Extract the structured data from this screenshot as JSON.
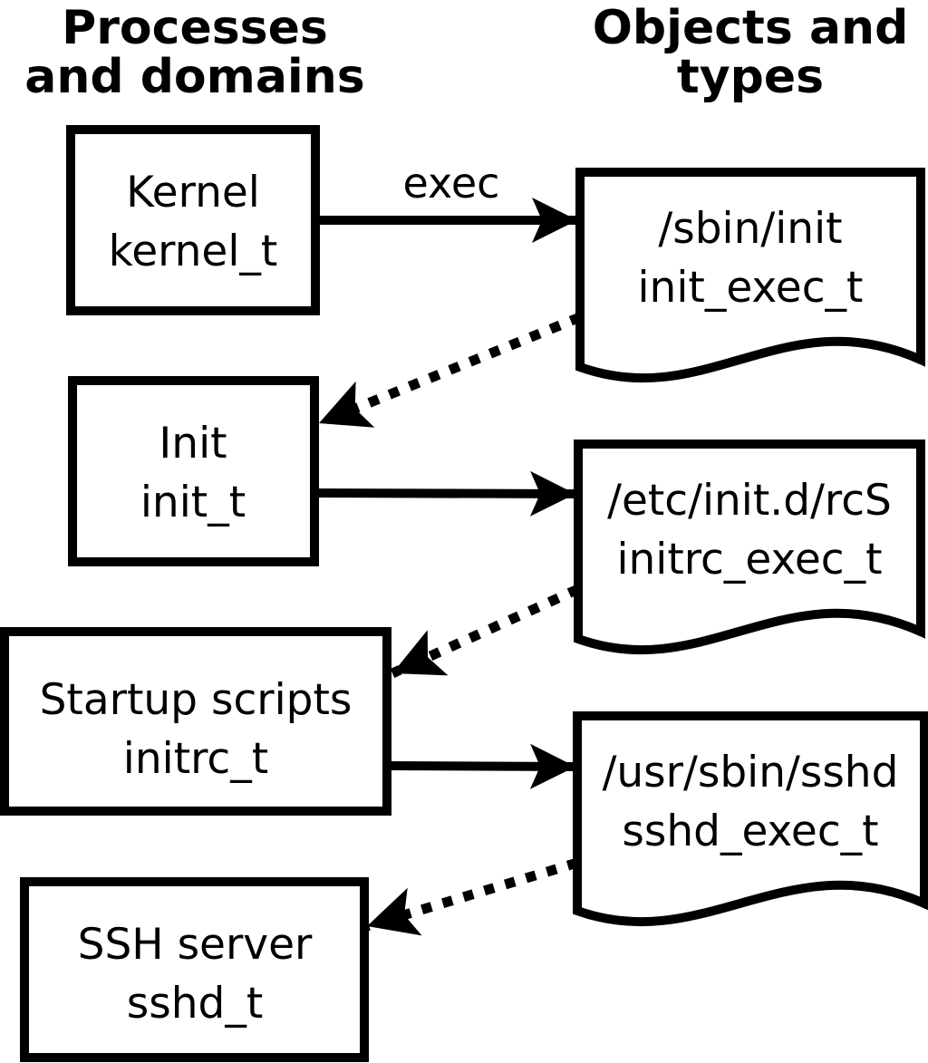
{
  "diagram": {
    "columns": {
      "left": {
        "title_line1": "Processes",
        "title_line2": "and domains"
      },
      "right": {
        "title_line1": "Objects and",
        "title_line2": "types"
      }
    },
    "processes": [
      {
        "label": "Kernel",
        "type": "kernel_t"
      },
      {
        "label": "Init",
        "type": "init_t"
      },
      {
        "label": "Startup scripts",
        "type": "initrc_t"
      },
      {
        "label": "SSH server",
        "type": "sshd_t"
      }
    ],
    "objects": [
      {
        "path": "/sbin/init",
        "type": "init_exec_t"
      },
      {
        "path": "/etc/init.d/rcS",
        "type": "initrc_exec_t"
      },
      {
        "path": "/usr/sbin/sshd",
        "type": "sshd_exec_t"
      }
    ],
    "edges": {
      "exec_label": "exec"
    },
    "colors": {
      "foreground": "#000000",
      "background": "#ffffff"
    }
  }
}
